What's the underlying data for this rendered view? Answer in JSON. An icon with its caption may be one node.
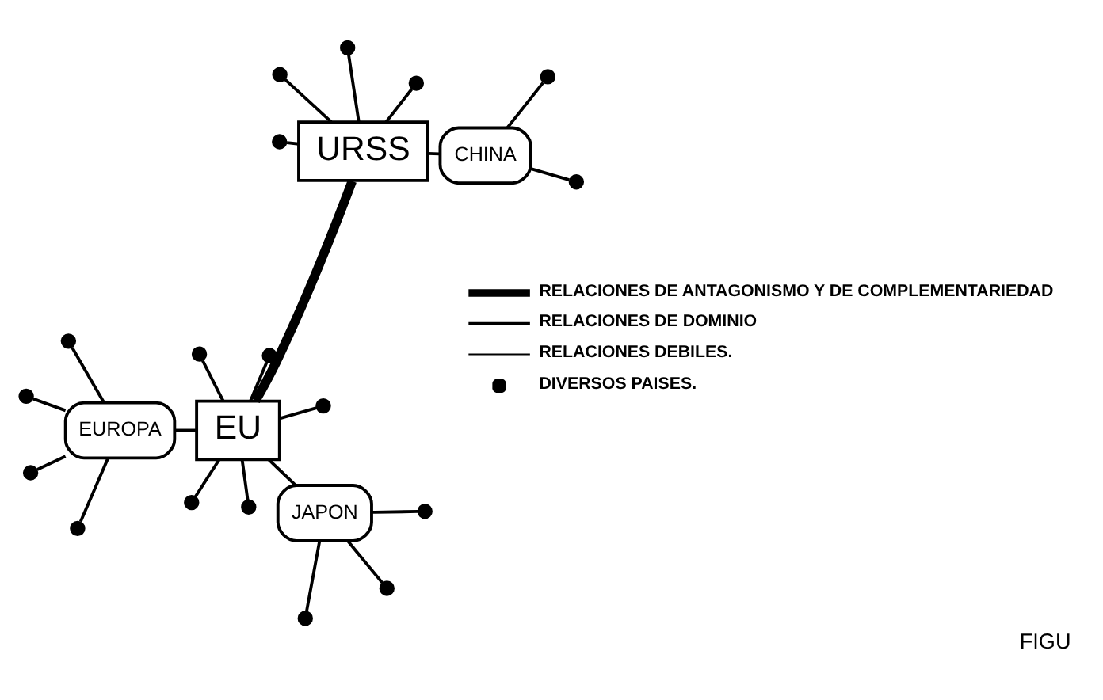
{
  "diagram": {
    "caption": "FIGU",
    "nodes": [
      {
        "text": [
          "EUROPA"
        ]
      },
      {
        "text": [
          "EU"
        ]
      },
      {
        "text": [
          "URSS"
        ]
      },
      {
        "text": [
          "CHINA"
        ]
      },
      {
        "text": [
          "JAPON"
        ]
      },
      {
        "text": [],
        "shape": "circle"
      },
      {
        "text": [],
        "shape": "circle"
      },
      {
        "text": [],
        "shape": "circle"
      },
      {
        "text": [],
        "shape": "circle"
      },
      {
        "text": [],
        "shape": "circle"
      },
      {
        "text": [],
        "shape": "circle"
      },
      {
        "text": [],
        "shape": "circle"
      },
      {
        "text": [],
        "shape": "circle"
      },
      {
        "text": [],
        "shape": "circle"
      },
      {
        "text": [],
        "shape": "circle"
      },
      {
        "text": [],
        "shape": "circle"
      },
      {
        "text": [],
        "shape": "circle"
      },
      {
        "text": [],
        "shape": "circle"
      },
      {
        "text": [],
        "shape": "circle"
      },
      {
        "text": [],
        "shape": "circle"
      },
      {
        "text": [],
        "shape": "circle"
      },
      {
        "text": [],
        "shape": "circle"
      },
      {
        "text": [],
        "shape": "circle"
      }
    ],
    "edges": [
      {
        "from": 1,
        "to": 2,
        "arrow": "none",
        "style": "thick"
      },
      {
        "from": 0,
        "to": 1,
        "arrow": "none"
      },
      {
        "from": 1,
        "to": 4,
        "arrow": "none"
      },
      {
        "from": 2,
        "to": 3,
        "arrow": "none"
      },
      {
        "from": 0,
        "to": 5,
        "arrow": "none"
      },
      {
        "from": 0,
        "to": 6,
        "arrow": "none"
      },
      {
        "from": 0,
        "to": 7,
        "arrow": "none"
      },
      {
        "from": 0,
        "to": 8,
        "arrow": "none"
      },
      {
        "from": 1,
        "to": 9,
        "arrow": "none"
      },
      {
        "from": 1,
        "to": 10,
        "arrow": "none"
      },
      {
        "from": 1,
        "to": 11,
        "arrow": "none"
      },
      {
        "from": 1,
        "to": 12,
        "arrow": "none"
      },
      {
        "from": 1,
        "to": 13,
        "arrow": "none"
      },
      {
        "from": 3,
        "to": 14,
        "arrow": "none"
      },
      {
        "from": 3,
        "to": 15,
        "arrow": "none"
      },
      {
        "from": 2,
        "to": 16,
        "arrow": "none"
      },
      {
        "from": 2,
        "to": 17,
        "arrow": "none"
      },
      {
        "from": 2,
        "to": 18,
        "arrow": "none"
      },
      {
        "from": 2,
        "to": 19,
        "arrow": "none"
      },
      {
        "from": 4,
        "to": 20,
        "arrow": "none"
      },
      {
        "from": 4,
        "to": 21,
        "arrow": "none"
      },
      {
        "from": 4,
        "to": 22,
        "arrow": "none"
      }
    ],
    "legend": [
      {
        "text": "RELACIONES DE ANTAGONISMO Y DE COMPLEMENTARIEDAD"
      },
      {
        "text": "RELACIONES DE DOMINIO"
      },
      {
        "text": "RELACIONES DEBILES."
      },
      {
        "text": "DIVERSOS PAISES."
      }
    ]
  }
}
